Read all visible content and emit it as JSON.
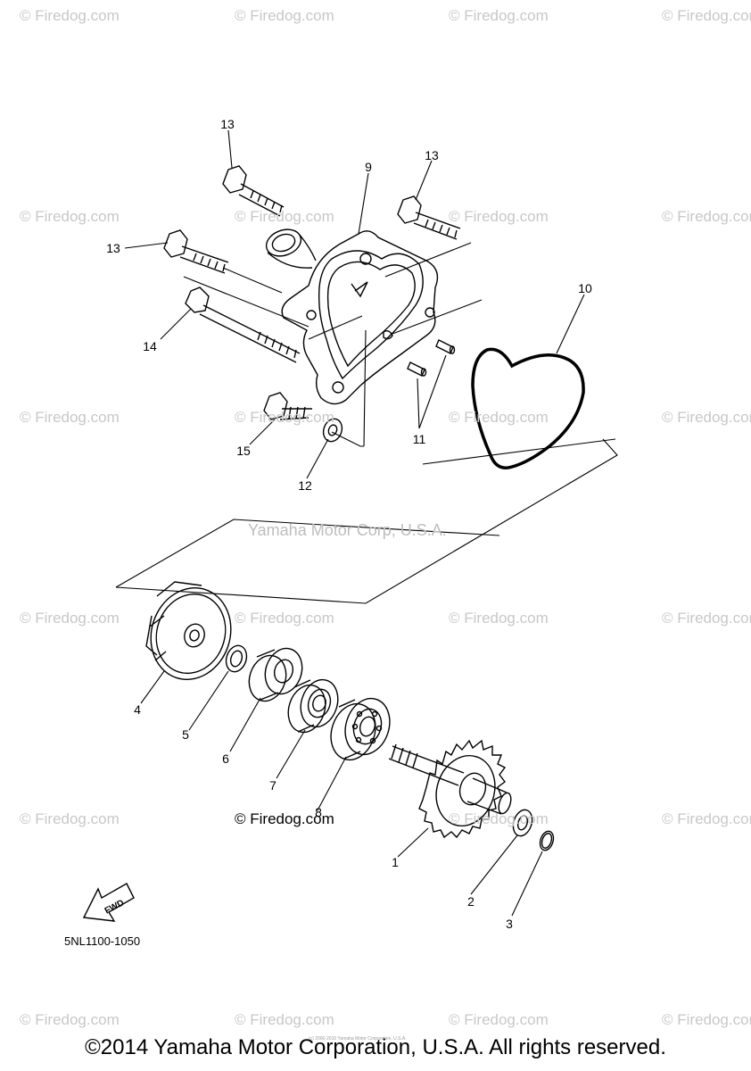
{
  "watermark": "© Firedog.com",
  "center_watermark": "Yamaha Motor Corp, U.S.A.",
  "center_mark": "© Firedog.com",
  "callouts": {
    "c1": "1",
    "c2": "2",
    "c3": "3",
    "c4": "4",
    "c5": "5",
    "c6": "6",
    "c7": "7",
    "c8": "8",
    "c9": "9",
    "c10": "10",
    "c11": "11",
    "c12": "12",
    "c13a": "13",
    "c13b": "13",
    "c13c": "13",
    "c14": "14",
    "c15": "15"
  },
  "fwd_label": "FWD",
  "diagram_code": "5NL1100-1050",
  "fine_print": "(c) 2000-2016 Yamaha Motor Corporation, U.S.A.",
  "copyright": "©2014 Yamaha Motor Corporation, U.S.A. All rights reserved.",
  "colors": {
    "line": "#000000",
    "watermark": "#c8c8c8"
  }
}
